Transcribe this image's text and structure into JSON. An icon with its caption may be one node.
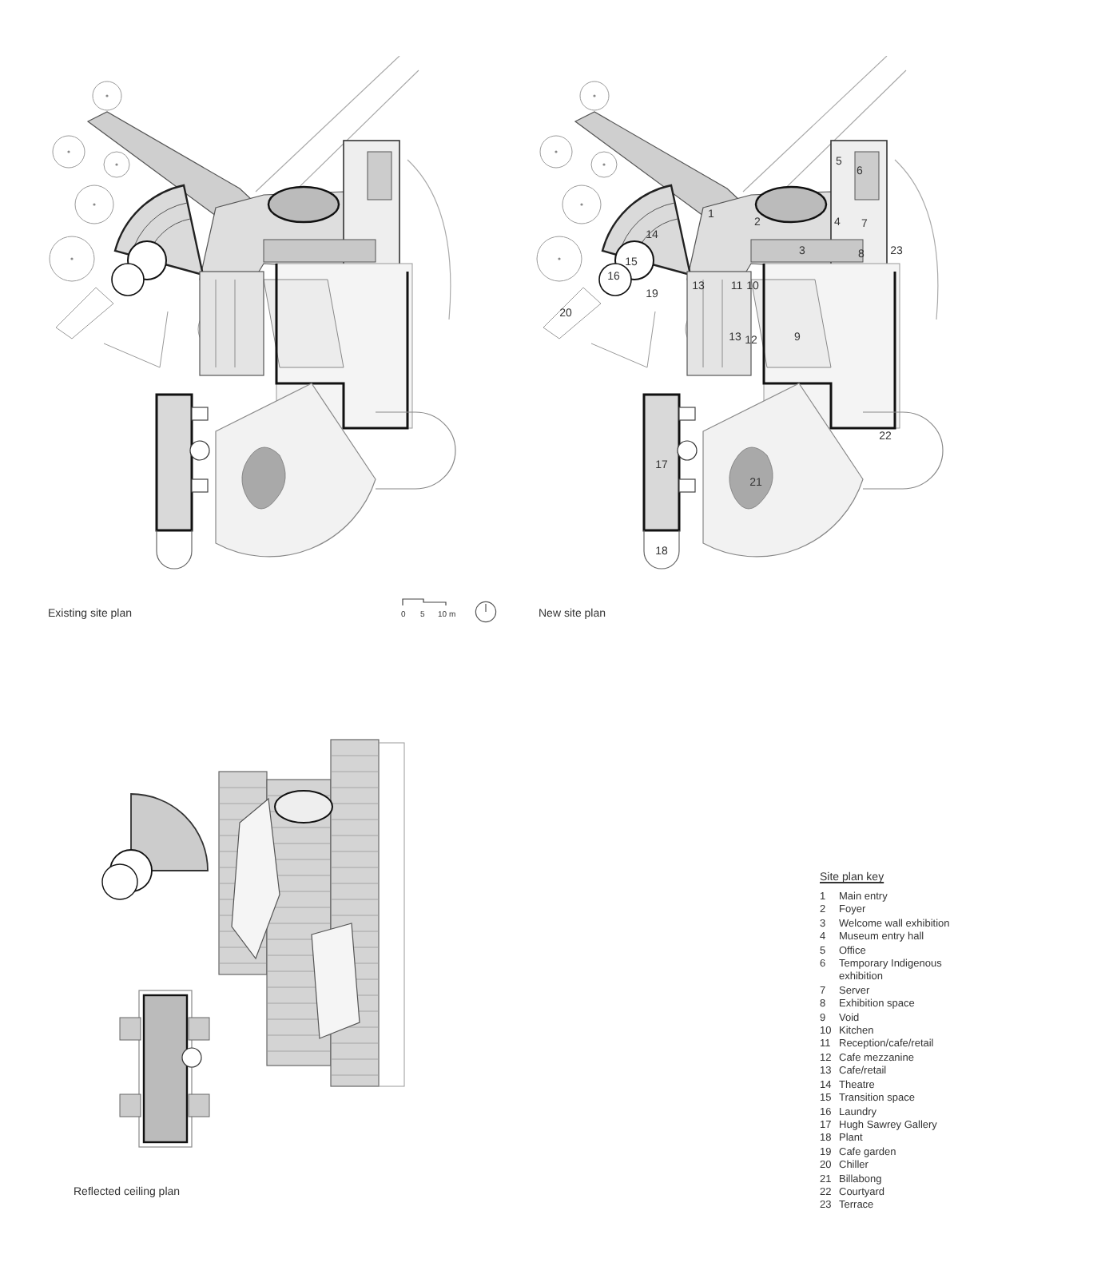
{
  "diagram": {
    "labels": [
      "1",
      "2",
      "3",
      "4",
      "5",
      "6",
      "7",
      "8",
      "9",
      "11",
      "10",
      "12",
      "13",
      "13",
      "14",
      "15",
      "16",
      "17",
      "18",
      "19",
      "20",
      "21",
      "22",
      "23",
      "Existing site plan",
      "0",
      "5",
      "10 m",
      "New site plan",
      "Reflected ceiling plan",
      "Site plan key",
      "1",
      "Main entry",
      "2",
      "Foyer",
      "3",
      "Welcome wall exhibition",
      "4",
      "Museum entry hall",
      "5",
      "Office",
      "6",
      "Temporary Indigenous exhibition",
      "7",
      "Server",
      "8",
      "Exhibition space",
      "9",
      "Void",
      "10",
      "Kitchen",
      "11",
      "Reception/cafe/retail",
      "12",
      "Cafe mezzanine",
      "13",
      "Cafe/retail",
      "14",
      "Theatre",
      "15",
      "Transition space",
      "16",
      "Laundry",
      "17",
      "Hugh Sawrey Gallery",
      "18",
      "Plant",
      "19",
      "Cafe garden",
      "20",
      "Chiller",
      "21",
      "Billabong",
      "22",
      "Courtyard",
      "23",
      "Terrace"
    ]
  }
}
